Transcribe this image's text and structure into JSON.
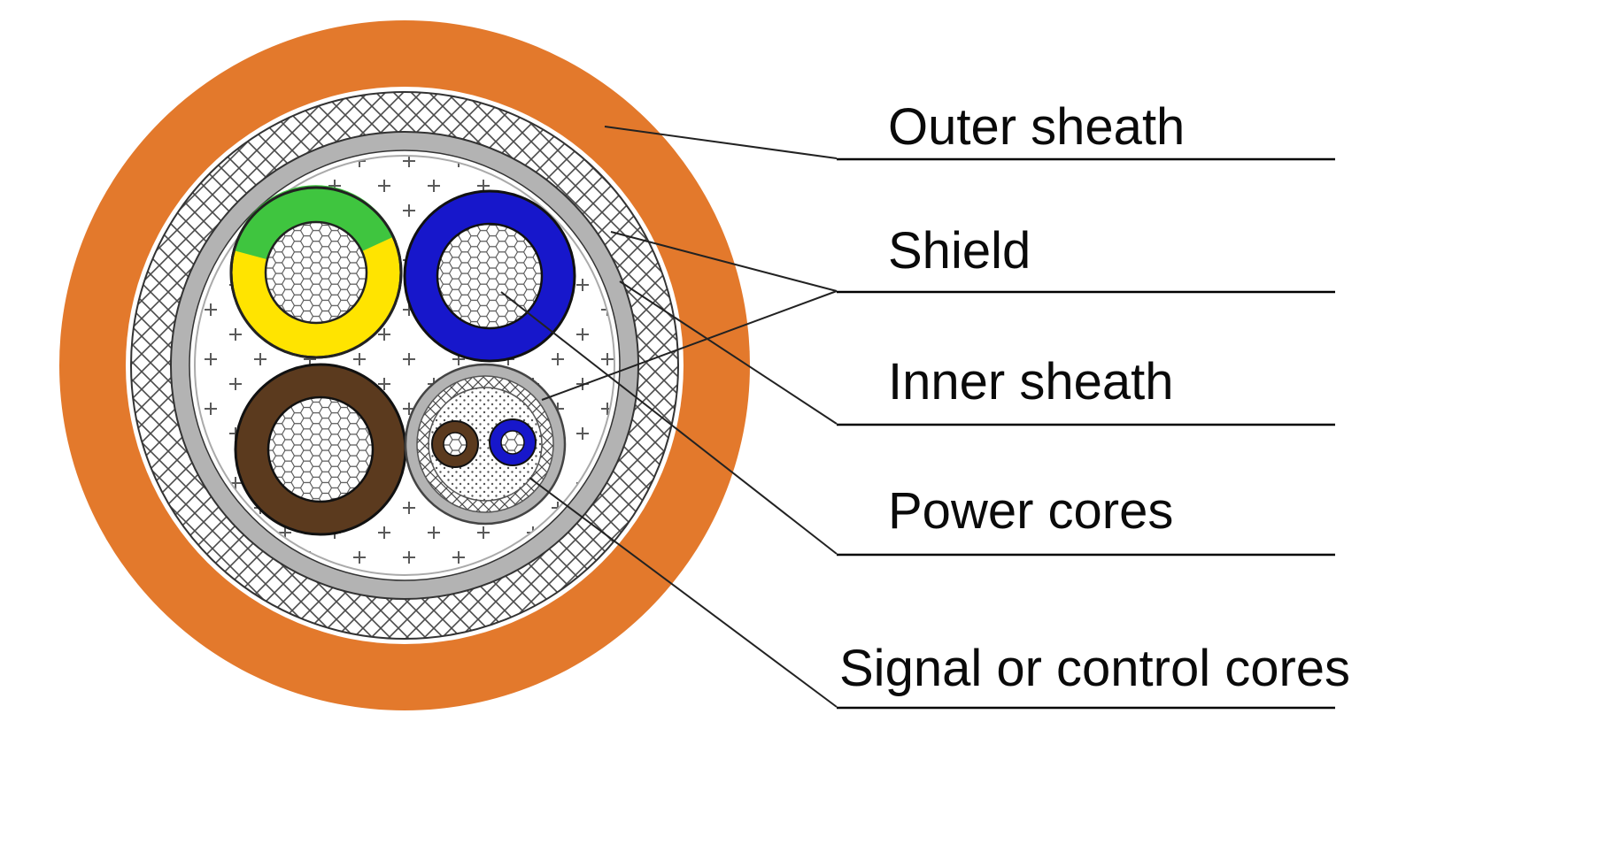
{
  "labels": {
    "outer_sheath": "Outer sheath",
    "shield": "Shield",
    "inner_sheath": "Inner sheath",
    "power_cores": "Power cores",
    "signal_cores": "Signal or control cores"
  },
  "colors": {
    "outer_sheath": "#E3792C",
    "inner_sheath_gray": "#B3B3B3",
    "subcable_sheath_gray": "#B3B3B3",
    "power_blue": "#1717CB",
    "core_brown": "#5B3A1E",
    "earth_yellow": "#FFE400",
    "earth_green": "#3FC53F"
  }
}
